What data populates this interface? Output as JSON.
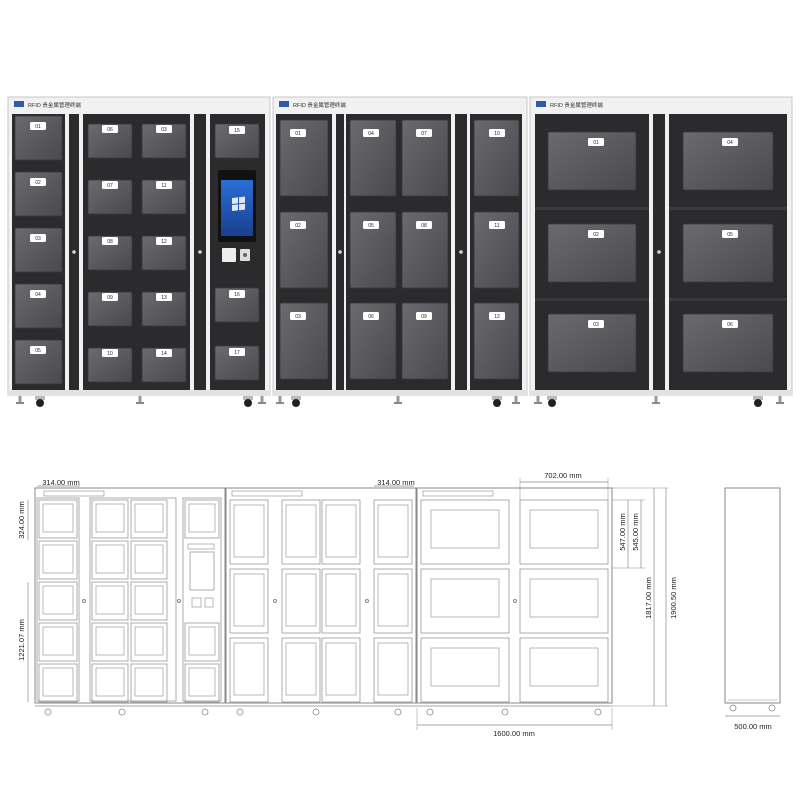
{
  "cabinets": [
    {
      "brand": "RFID 贵金属管理终端",
      "lockers": [
        "01",
        "02",
        "03",
        "04",
        "05",
        "06",
        "07",
        "08",
        "09",
        "10",
        "03",
        "11",
        "12",
        "13",
        "14",
        "15",
        "16",
        "17"
      ]
    },
    {
      "brand": "RFID 贵金属管理终端",
      "lockers": [
        "01",
        "02",
        "03",
        "04",
        "05",
        "06",
        "07",
        "08",
        "09",
        "10",
        "11",
        "12"
      ]
    },
    {
      "brand": "RFID 贵金属管理终端",
      "lockers": [
        "01",
        "02",
        "03",
        "04",
        "05",
        "06"
      ]
    }
  ],
  "dimensions": {
    "small_door_width": "314.00 mm",
    "small_door_width_2": "314.00 mm",
    "small_door_height": "324.00 mm",
    "large_door_width": "702.00 mm",
    "large_door_height": "547.00 mm",
    "large_door_pitch": "545.00 mm",
    "door_area_height": "1817.00 mm",
    "total_height": "1900.50 mm",
    "lower_section_height": "1221.07 mm",
    "cabinet_width": "1600.00 mm",
    "side_depth": "500.00 mm"
  },
  "colors": {
    "frame": "#f1f1f1",
    "frame_edge": "#c8c8c8",
    "panel": "#2b2b2d",
    "door_glass": "#58585c",
    "badge": "#ffffff",
    "screen_top": "#2a6fd6",
    "screen_bottom": "#1a3f8f",
    "drawing_line": "#8a8a8a",
    "dim_text": "#222222"
  },
  "icons": [
    "windows-logo-icon",
    "caster-wheel-icon",
    "door-handle-icon"
  ]
}
